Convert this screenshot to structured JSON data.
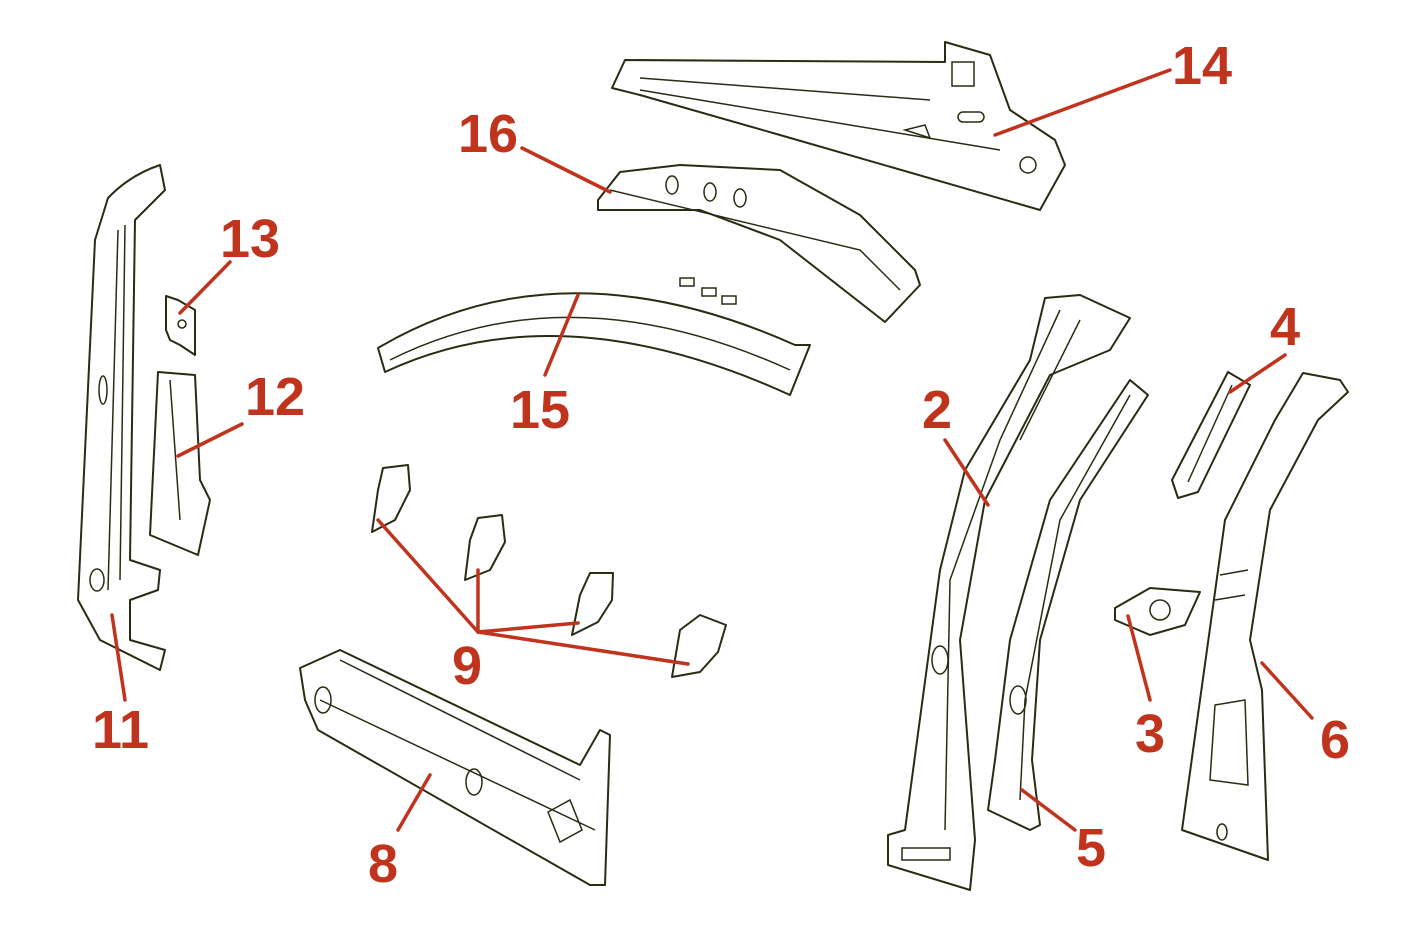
{
  "colors": {
    "background": "#ffffff",
    "line_art": "#2b2a12",
    "callout": "#c0341d"
  },
  "callouts": {
    "c2": "2",
    "c3": "3",
    "c4": "4",
    "c5": "5",
    "c6": "6",
    "c8": "8",
    "c9": "9",
    "c11": "11",
    "c12": "12",
    "c13": "13",
    "c14": "14",
    "c15": "15",
    "c16": "16"
  }
}
